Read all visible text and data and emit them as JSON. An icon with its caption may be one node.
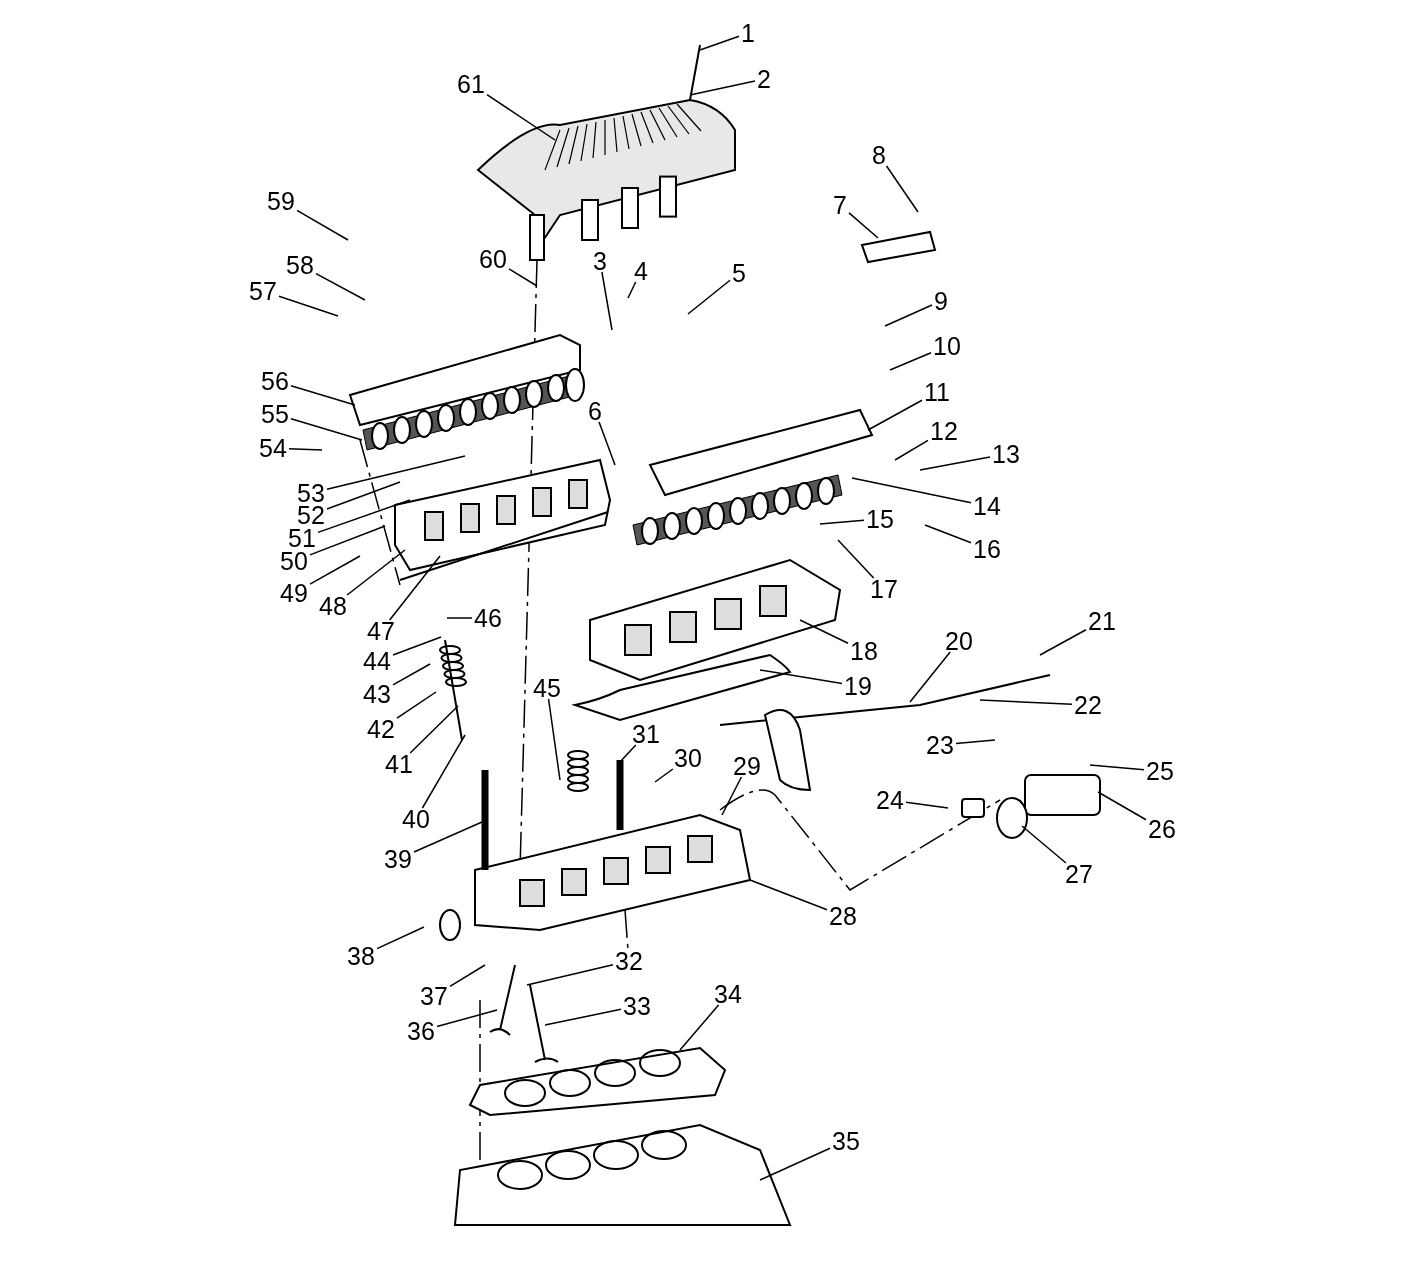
{
  "diagram": {
    "nodes": [
      {
        "text": [
          "1"
        ]
      },
      {
        "text": [
          "2"
        ]
      },
      {
        "text": [
          "3"
        ]
      },
      {
        "text": [
          "4"
        ]
      },
      {
        "text": [
          "5"
        ]
      },
      {
        "text": [
          "6"
        ]
      },
      {
        "text": [
          "7"
        ]
      },
      {
        "text": [
          "8"
        ]
      },
      {
        "text": [
          "9"
        ]
      },
      {
        "text": [
          "10"
        ]
      },
      {
        "text": [
          "11"
        ]
      },
      {
        "text": [
          "12"
        ]
      },
      {
        "text": [
          "13"
        ]
      },
      {
        "text": [
          "14"
        ]
      },
      {
        "text": [
          "15"
        ]
      },
      {
        "text": [
          "16"
        ]
      },
      {
        "text": [
          "17"
        ]
      },
      {
        "text": [
          "18"
        ]
      },
      {
        "text": [
          "19"
        ]
      },
      {
        "text": [
          "20"
        ]
      },
      {
        "text": [
          "21"
        ]
      },
      {
        "text": [
          "22"
        ]
      },
      {
        "text": [
          "23"
        ]
      },
      {
        "text": [
          "24"
        ]
      },
      {
        "text": [
          "25"
        ]
      },
      {
        "text": [
          "26"
        ]
      },
      {
        "text": [
          "27"
        ]
      },
      {
        "text": [
          "28"
        ]
      },
      {
        "text": [
          "29"
        ]
      },
      {
        "text": [
          "30"
        ]
      },
      {
        "text": [
          "31"
        ]
      },
      {
        "text": [
          "32"
        ]
      },
      {
        "text": [
          "33"
        ]
      },
      {
        "text": [
          "34"
        ]
      },
      {
        "text": [
          "35"
        ]
      },
      {
        "text": [
          "36"
        ]
      },
      {
        "text": [
          "37"
        ]
      },
      {
        "text": [
          "38"
        ]
      },
      {
        "text": [
          "39"
        ]
      },
      {
        "text": [
          "40"
        ]
      },
      {
        "text": [
          "41"
        ]
      },
      {
        "text": [
          "42"
        ]
      },
      {
        "text": [
          "43"
        ]
      },
      {
        "text": [
          "44"
        ]
      },
      {
        "text": [
          "45"
        ]
      },
      {
        "text": [
          "46"
        ]
      },
      {
        "text": [
          "47"
        ]
      },
      {
        "text": [
          "48"
        ]
      },
      {
        "text": [
          "49"
        ]
      },
      {
        "text": [
          "50"
        ]
      },
      {
        "text": [
          "51"
        ]
      },
      {
        "text": [
          "52"
        ]
      },
      {
        "text": [
          "53"
        ]
      },
      {
        "text": [
          "54"
        ]
      },
      {
        "text": [
          "55"
        ]
      },
      {
        "text": [
          "56"
        ]
      },
      {
        "text": [
          "57"
        ]
      },
      {
        "text": [
          "58"
        ]
      },
      {
        "text": [
          "59"
        ]
      },
      {
        "text": [
          "60"
        ]
      },
      {
        "text": [
          "61"
        ]
      }
    ],
    "edges": [
      {
        "from": 0,
        "to": null,
        "arrow": "none"
      },
      {
        "from": 1,
        "to": null,
        "arrow": "none"
      },
      {
        "from": 2,
        "to": null,
        "arrow": "none"
      },
      {
        "from": 3,
        "to": null,
        "arrow": "none"
      },
      {
        "from": 4,
        "to": null,
        "arrow": "none"
      },
      {
        "from": 5,
        "to": null,
        "arrow": "none"
      },
      {
        "from": 6,
        "to": null,
        "arrow": "none"
      },
      {
        "from": 7,
        "to": null,
        "arrow": "none"
      },
      {
        "from": 8,
        "to": null,
        "arrow": "none"
      },
      {
        "from": 9,
        "to": null,
        "arrow": "none"
      },
      {
        "from": 10,
        "to": null,
        "arrow": "none"
      },
      {
        "from": 11,
        "to": null,
        "arrow": "none"
      },
      {
        "from": 12,
        "to": null,
        "arrow": "none"
      },
      {
        "from": 13,
        "to": null,
        "arrow": "none"
      },
      {
        "from": 14,
        "to": null,
        "arrow": "none"
      },
      {
        "from": 15,
        "to": null,
        "arrow": "none"
      },
      {
        "from": 16,
        "to": null,
        "arrow": "none"
      },
      {
        "from": 17,
        "to": null,
        "arrow": "none"
      },
      {
        "from": 18,
        "to": null,
        "arrow": "none"
      },
      {
        "from": 19,
        "to": null,
        "arrow": "none"
      },
      {
        "from": 20,
        "to": null,
        "arrow": "none"
      },
      {
        "from": 21,
        "to": null,
        "arrow": "none"
      },
      {
        "from": 22,
        "to": null,
        "arrow": "none"
      },
      {
        "from": 23,
        "to": null,
        "arrow": "none"
      },
      {
        "from": 24,
        "to": null,
        "arrow": "none"
      },
      {
        "from": 25,
        "to": null,
        "arrow": "none"
      },
      {
        "from": 26,
        "to": null,
        "arrow": "none"
      },
      {
        "from": 27,
        "to": null,
        "arrow": "none"
      },
      {
        "from": 28,
        "to": null,
        "arrow": "none"
      },
      {
        "from": 29,
        "to": null,
        "arrow": "none"
      },
      {
        "from": 30,
        "to": null,
        "arrow": "none"
      },
      {
        "from": 31,
        "to": null,
        "arrow": "none"
      },
      {
        "from": 32,
        "to": null,
        "arrow": "none"
      },
      {
        "from": 33,
        "to": null,
        "arrow": "none"
      },
      {
        "from": 34,
        "to": null,
        "arrow": "none"
      },
      {
        "from": 35,
        "to": null,
        "arrow": "none"
      },
      {
        "from": 36,
        "to": null,
        "arrow": "none"
      },
      {
        "from": 37,
        "to": null,
        "arrow": "none"
      },
      {
        "from": 38,
        "to": null,
        "arrow": "none"
      },
      {
        "from": 39,
        "to": null,
        "arrow": "none"
      },
      {
        "from": 40,
        "to": null,
        "arrow": "none"
      },
      {
        "from": 41,
        "to": null,
        "arrow": "none"
      },
      {
        "from": 42,
        "to": null,
        "arrow": "none"
      },
      {
        "from": 43,
        "to": null,
        "arrow": "none"
      },
      {
        "from": 44,
        "to": null,
        "arrow": "none"
      },
      {
        "from": 45,
        "to": null,
        "arrow": "none"
      },
      {
        "from": 46,
        "to": null,
        "arrow": "none"
      },
      {
        "from": 47,
        "to": null,
        "arrow": "none"
      },
      {
        "from": 48,
        "to": null,
        "arrow": "none"
      },
      {
        "from": 49,
        "to": null,
        "arrow": "none"
      },
      {
        "from": 50,
        "to": null,
        "arrow": "none"
      },
      {
        "from": 51,
        "to": null,
        "arrow": "none"
      },
      {
        "from": 52,
        "to": null,
        "arrow": "none"
      },
      {
        "from": 53,
        "to": null,
        "arrow": "none"
      },
      {
        "from": 54,
        "to": null,
        "arrow": "none"
      },
      {
        "from": 55,
        "to": null,
        "arrow": "none"
      },
      {
        "from": 56,
        "to": null,
        "arrow": "none"
      },
      {
        "from": 57,
        "to": null,
        "arrow": "none"
      },
      {
        "from": 58,
        "to": null,
        "arrow": "none"
      },
      {
        "from": 59,
        "to": null,
        "arrow": "none"
      },
      {
        "from": 60,
        "to": null,
        "arrow": "none"
      }
    ]
  }
}
